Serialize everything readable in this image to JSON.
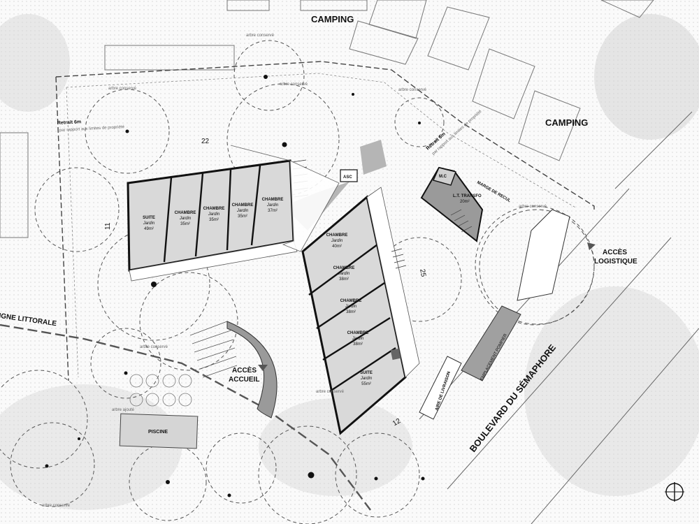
{
  "labels": {
    "camping_top": "CAMPING",
    "camping_right": "CAMPING",
    "boulevard": "BOULEVARD DU SÉMAPHORE",
    "acces_accueil_1": "ACCÈS",
    "acces_accueil_2": "ACCUEIL",
    "acces_logistique_1": "ACCÈS",
    "acces_logistique_2": "LOGISTIQUE",
    "ligne_littorale": "LIGNE LITTORALE",
    "piscine": "PISCINE",
    "asc": "ASC",
    "mc": "M.C",
    "lt_transfo": "L.T. TRANSFO",
    "lt_transfo_area": "20m²",
    "marge_de_recul": "MARGE DE RECUL",
    "aire_de_livraison": "AIRE DE LIVRAISON",
    "emplacement_pompier": "EMPLACEMENT POMPIER",
    "retrait_left": "Retrait 6m",
    "retrait_left_note": "par rapport aux limites de propriété",
    "retrait_right": "Retrait 6m",
    "retrait_right_note": "par rapport aux limites de propriété",
    "dim_22": "22",
    "dim_25": "25",
    "dim_12": "12",
    "dim_11": "11"
  },
  "rooms_top": [
    {
      "type": "SUITE",
      "sub": "Jardin",
      "area": "49m²"
    },
    {
      "type": "CHAMBRE",
      "sub": "Jardin",
      "area": "35m²"
    },
    {
      "type": "CHAMBRE",
      "sub": "Jardin",
      "area": "35m²"
    },
    {
      "type": "CHAMBRE",
      "sub": "Jardin",
      "area": "35m²"
    },
    {
      "type": "CHAMBRE",
      "sub": "Jardin",
      "area": "37m²"
    }
  ],
  "rooms_diag": [
    {
      "type": "CHAMBRE",
      "sub": "Jardin",
      "area": "40m²"
    },
    {
      "type": "CHAMBRE",
      "sub": "Jardin",
      "area": "38m²"
    },
    {
      "type": "CHAMBRE",
      "sub": "Jardin",
      "area": "38m²"
    },
    {
      "type": "CHAMBRE",
      "sub": "Jardin",
      "area": "38m²"
    },
    {
      "type": "SUITE",
      "sub": "Jardin",
      "area": "55m²"
    }
  ],
  "tree_notes": {
    "arbre_conserve": "arbre conservé",
    "arbre_ajoute": "arbre ajouté",
    "arbre_conserve_alt": "arbre conservé",
    "arbre_conserve_3": "arbre conservé",
    "arbre_conserve_4": "arbre conservé",
    "arbre_conserve_5": "arbre conservé",
    "arbre_conserve_6": "arbre conservé",
    "arbre_conserve_7": "arbre conservé",
    "arbre_conserve_8": "arbre conservé"
  },
  "colors": {
    "wall": "#111111",
    "room_fill": "#d9d9d9",
    "dark_fill": "#9a9a9a",
    "line": "#555555",
    "vegetation": "#bdbdbd"
  }
}
